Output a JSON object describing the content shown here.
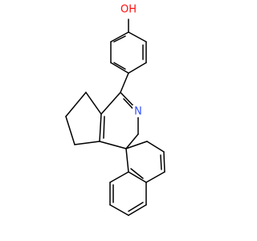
{
  "diagram": {
    "type": "chemical-structure",
    "atom_labels": {
      "hydroxyl": "OH",
      "nitrogen": "N"
    },
    "colors": {
      "background": "#ffffff",
      "bonds": "#000000",
      "oxygen_label": "#ff0d0d",
      "nitrogen_label": "#3050f8"
    }
  }
}
